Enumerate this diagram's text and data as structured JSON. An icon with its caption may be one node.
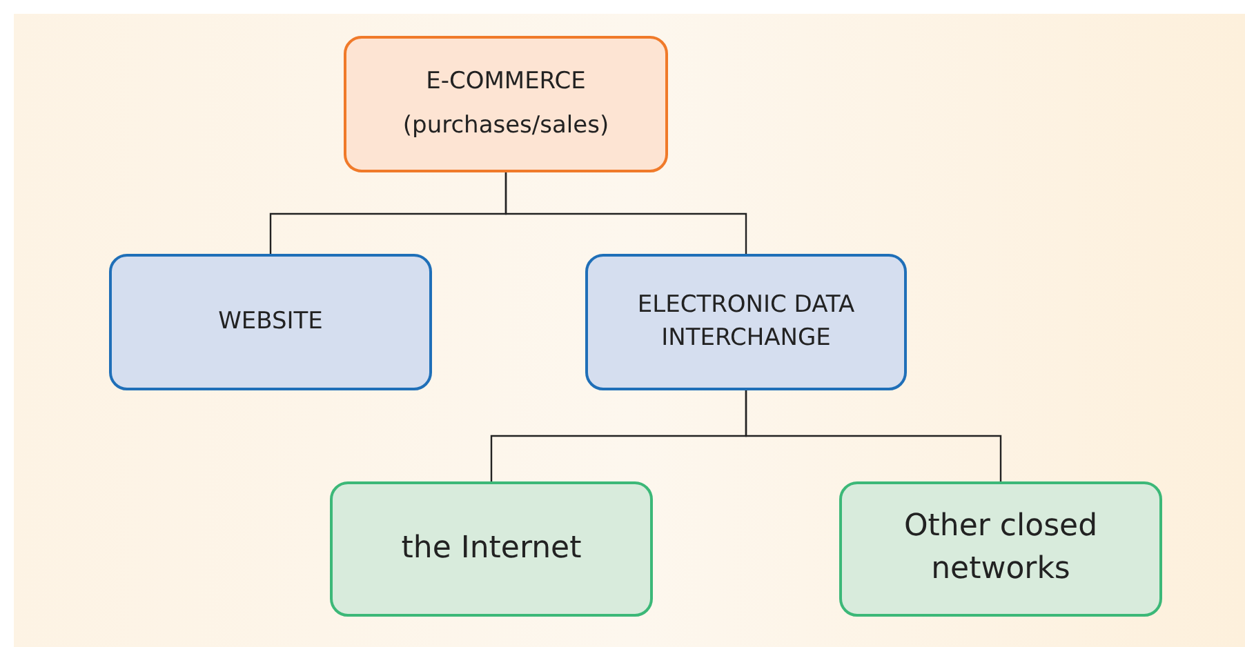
{
  "diagram": {
    "nodes": [
      {
        "text": [
          "E-COMMERCE",
          "(purchases/sales)"
        ]
      },
      {
        "text": [
          "WEBSITE"
        ]
      },
      {
        "text": [
          "ELECTRONIC DATA INTERCHANGE"
        ]
      },
      {
        "text": [
          "the Internet"
        ]
      },
      {
        "text": [
          "Other closed networks"
        ]
      }
    ],
    "edges": [
      {
        "from": 0,
        "to": 1,
        "arrow": "none"
      },
      {
        "from": 0,
        "to": 2,
        "arrow": "none"
      },
      {
        "from": 2,
        "to": 3,
        "arrow": "none"
      },
      {
        "from": 2,
        "to": 4,
        "arrow": "none"
      }
    ]
  }
}
